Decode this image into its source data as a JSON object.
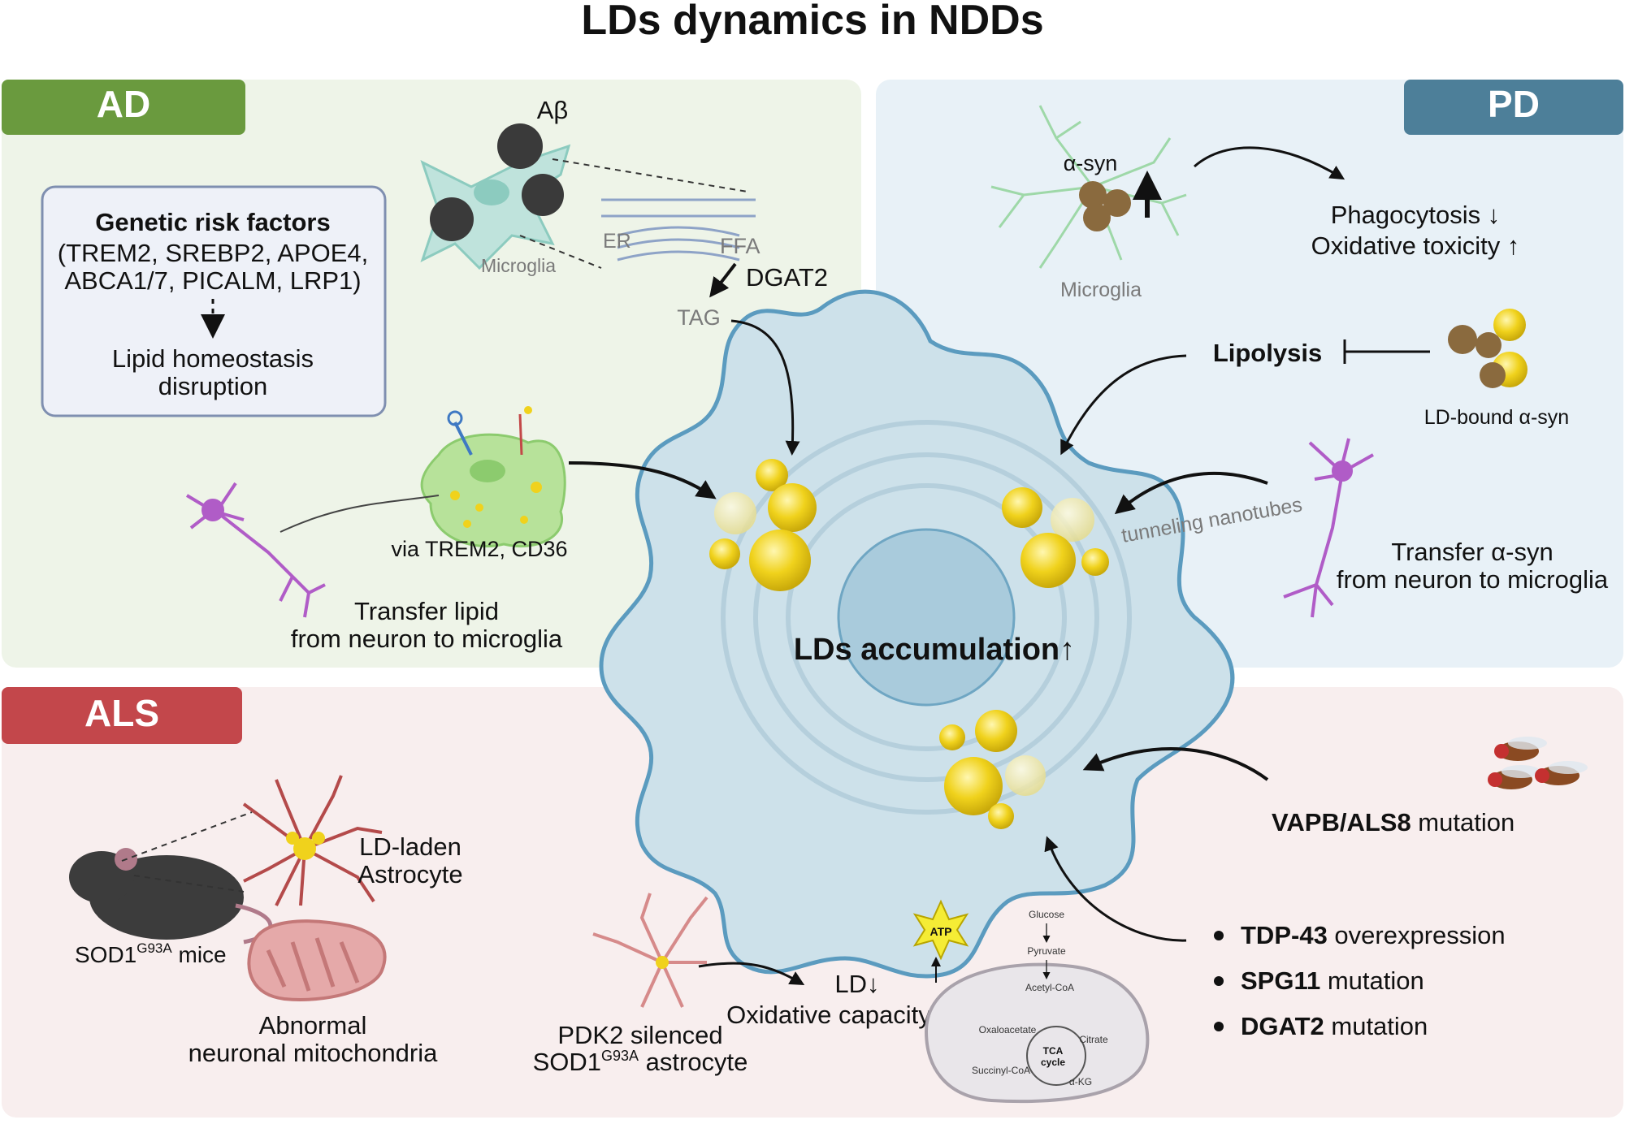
{
  "title": "LDs dynamics in NDDs",
  "panels": {
    "ad": {
      "tag": "AD",
      "ab": "Aβ",
      "microglia": "Microglia",
      "er": "ER",
      "ffa": "FFA",
      "dgat2": "DGAT2",
      "tag_lipid": "TAG",
      "genetic_title": "Genetic risk factors",
      "genetic_line1": "(TREM2, SREBP2, APOE4,",
      "genetic_line2": "ABCA1/7, PICALM, LRP1)",
      "lipid_line1": "Lipid homeostasis",
      "lipid_line2": "disruption",
      "via": "via TREM2, CD36",
      "transfer_line1": "Transfer lipid",
      "transfer_line2": "from neuron to microglia"
    },
    "pd": {
      "tag": "PD",
      "asyn": "α-syn",
      "microglia": "Microglia",
      "phago": "Phagocytosis ↓",
      "oxid": "Oxidative toxicity ↑",
      "lipolysis": "Lipolysis",
      "ld_bound": "LD-bound α-syn",
      "tnt": "tunneling nanotubes",
      "transfer_line1": "Transfer α-syn",
      "transfer_line2": "from neuron to microglia"
    },
    "als": {
      "tag": "ALS",
      "ld_laden1": "LD-laden",
      "ld_laden2": "Astrocyte",
      "sod_mice_pre": "SOD1",
      "sod_mice_sup": "G93A",
      "sod_mice_post": " mice",
      "abn1": "Abnormal",
      "abn2": "neuronal mitochondria",
      "pdk1": "PDK2 silenced",
      "pdk2_pre": "SOD1",
      "pdk2_sup": "G93A",
      "pdk2_post": " astrocyte",
      "ld_down": "LD↓",
      "oxcap": "Oxidative capacity ↑",
      "atp": "ATP",
      "glucose": "Glucose",
      "pyruvate": "Pyruvate",
      "acetyl": "Acetyl-CoA",
      "oxaloacetate": "Oxaloacetate",
      "citrate": "Citrate",
      "tca1": "TCA",
      "tca2": "cycle",
      "succinyl": "Succinyl-CoA",
      "akg": "α-KG",
      "vapb_bold": "VAPB/ALS8",
      "vapb_rest": " mutation",
      "bullets": [
        {
          "bold": "TDP-43",
          "rest": " overexpression"
        },
        {
          "bold": "SPG11",
          "rest": " mutation"
        },
        {
          "bold": "DGAT2",
          "rest": " mutation"
        }
      ]
    }
  },
  "center": {
    "label": "LDs accumulation↑"
  },
  "colors": {
    "ad_tag": "#6a9a3e",
    "pd_tag": "#4d7f99",
    "als_tag": "#c3474b",
    "ad_bg": "#eef4e8",
    "pd_bg": "#e8f1f7",
    "als_bg": "#f8eeee",
    "cell": "#cde1ea",
    "lipid": "#f0d21c"
  }
}
